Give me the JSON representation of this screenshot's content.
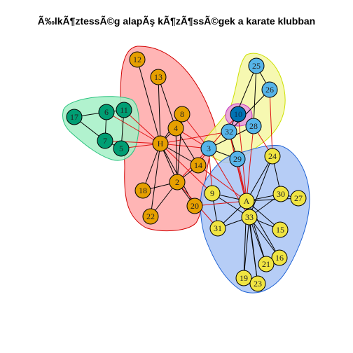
{
  "title": "Ã‰lkÃ¶ztessÃ©g alapÃş kÃ¶zÃ¶ssÃ©gek a karate klubban",
  "colors": {
    "orange_node": "#E69F00",
    "teal_node": "#009E73",
    "blue_node": "#56B4E9",
    "darkblue_node": "#0072B2",
    "yellow_node": "#F0E442",
    "red_hull_fill": "#FFA8A8",
    "red_hull_line": "#D20000",
    "green_hull_fill": "#A3F0C6",
    "green_hull_line": "#29C27E",
    "yellow_hull_fill": "#F4F7A3",
    "yellow_hull_line": "#CCE000",
    "blue_hull_fill": "#A9C4F5",
    "blue_hull_line": "#1E62D5",
    "magenta_hull_fill": "#E69AE0",
    "magenta_hull_line": "#C32BC0",
    "inner_edge": "#000000",
    "cross_edge": "#E01010"
  },
  "graph": {
    "nodes": [
      {
        "id": "1",
        "label": "H",
        "group": "orange"
      },
      {
        "id": "2",
        "label": "2",
        "group": "orange"
      },
      {
        "id": "3",
        "label": "3",
        "group": "blue"
      },
      {
        "id": "4",
        "label": "4",
        "group": "orange"
      },
      {
        "id": "5",
        "label": "5",
        "group": "teal"
      },
      {
        "id": "6",
        "label": "6",
        "group": "teal"
      },
      {
        "id": "7",
        "label": "7",
        "group": "teal"
      },
      {
        "id": "8",
        "label": "8",
        "group": "orange"
      },
      {
        "id": "9",
        "label": "9",
        "group": "yellow"
      },
      {
        "id": "10",
        "label": "10",
        "group": "darkblue"
      },
      {
        "id": "11",
        "label": "11",
        "group": "teal"
      },
      {
        "id": "12",
        "label": "12",
        "group": "orange"
      },
      {
        "id": "13",
        "label": "13",
        "group": "orange"
      },
      {
        "id": "14",
        "label": "14",
        "group": "orange"
      },
      {
        "id": "15",
        "label": "15",
        "group": "yellow"
      },
      {
        "id": "16",
        "label": "16",
        "group": "yellow"
      },
      {
        "id": "17",
        "label": "17",
        "group": "teal"
      },
      {
        "id": "18",
        "label": "18",
        "group": "orange"
      },
      {
        "id": "19",
        "label": "19",
        "group": "yellow"
      },
      {
        "id": "20",
        "label": "20",
        "group": "orange"
      },
      {
        "id": "21",
        "label": "21",
        "group": "yellow"
      },
      {
        "id": "22",
        "label": "22",
        "group": "orange"
      },
      {
        "id": "23",
        "label": "23",
        "group": "yellow"
      },
      {
        "id": "24",
        "label": "24",
        "group": "yellow"
      },
      {
        "id": "25",
        "label": "25",
        "group": "blue"
      },
      {
        "id": "26",
        "label": "26",
        "group": "blue"
      },
      {
        "id": "27",
        "label": "27",
        "group": "yellow"
      },
      {
        "id": "28",
        "label": "28",
        "group": "blue"
      },
      {
        "id": "29",
        "label": "29",
        "group": "blue"
      },
      {
        "id": "30",
        "label": "30",
        "group": "yellow"
      },
      {
        "id": "31",
        "label": "31",
        "group": "yellow"
      },
      {
        "id": "32",
        "label": "32",
        "group": "blue"
      },
      {
        "id": "33",
        "label": "33",
        "group": "yellow"
      },
      {
        "id": "34",
        "label": "A",
        "group": "yellow"
      }
    ],
    "edges": [
      [
        "1",
        "2"
      ],
      [
        "1",
        "3"
      ],
      [
        "1",
        "4"
      ],
      [
        "1",
        "5"
      ],
      [
        "1",
        "6"
      ],
      [
        "1",
        "7"
      ],
      [
        "1",
        "8"
      ],
      [
        "1",
        "9"
      ],
      [
        "1",
        "11"
      ],
      [
        "1",
        "12"
      ],
      [
        "1",
        "13"
      ],
      [
        "1",
        "14"
      ],
      [
        "1",
        "18"
      ],
      [
        "1",
        "20"
      ],
      [
        "1",
        "22"
      ],
      [
        "1",
        "32"
      ],
      [
        "2",
        "3"
      ],
      [
        "2",
        "4"
      ],
      [
        "2",
        "8"
      ],
      [
        "2",
        "14"
      ],
      [
        "2",
        "18"
      ],
      [
        "2",
        "20"
      ],
      [
        "2",
        "22"
      ],
      [
        "2",
        "31"
      ],
      [
        "3",
        "4"
      ],
      [
        "3",
        "8"
      ],
      [
        "3",
        "9"
      ],
      [
        "3",
        "10"
      ],
      [
        "3",
        "14"
      ],
      [
        "3",
        "28"
      ],
      [
        "3",
        "29"
      ],
      [
        "3",
        "33"
      ],
      [
        "4",
        "8"
      ],
      [
        "4",
        "13"
      ],
      [
        "4",
        "14"
      ],
      [
        "5",
        "7"
      ],
      [
        "5",
        "11"
      ],
      [
        "6",
        "7"
      ],
      [
        "6",
        "11"
      ],
      [
        "6",
        "17"
      ],
      [
        "7",
        "17"
      ],
      [
        "9",
        "31"
      ],
      [
        "9",
        "33"
      ],
      [
        "9",
        "34"
      ],
      [
        "10",
        "34"
      ],
      [
        "14",
        "34"
      ],
      [
        "15",
        "33"
      ],
      [
        "15",
        "34"
      ],
      [
        "16",
        "33"
      ],
      [
        "16",
        "34"
      ],
      [
        "19",
        "33"
      ],
      [
        "19",
        "34"
      ],
      [
        "20",
        "34"
      ],
      [
        "21",
        "33"
      ],
      [
        "21",
        "34"
      ],
      [
        "23",
        "33"
      ],
      [
        "23",
        "34"
      ],
      [
        "24",
        "26"
      ],
      [
        "24",
        "28"
      ],
      [
        "24",
        "30"
      ],
      [
        "24",
        "33"
      ],
      [
        "24",
        "34"
      ],
      [
        "25",
        "26"
      ],
      [
        "25",
        "28"
      ],
      [
        "25",
        "32"
      ],
      [
        "26",
        "32"
      ],
      [
        "27",
        "30"
      ],
      [
        "27",
        "34"
      ],
      [
        "28",
        "34"
      ],
      [
        "29",
        "32"
      ],
      [
        "29",
        "34"
      ],
      [
        "30",
        "33"
      ],
      [
        "30",
        "34"
      ],
      [
        "31",
        "33"
      ],
      [
        "31",
        "34"
      ],
      [
        "32",
        "33"
      ],
      [
        "32",
        "34"
      ],
      [
        "33",
        "34"
      ]
    ]
  }
}
